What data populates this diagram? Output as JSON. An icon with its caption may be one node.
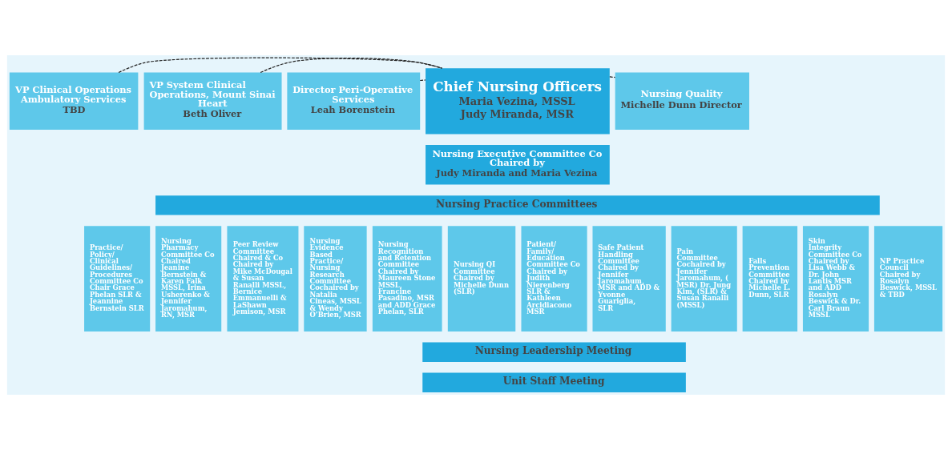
{
  "diagram": {
    "nodes": [
      {
        "text": [
          "VP Clinical Operations Ambulatory Services",
          "TBD"
        ]
      },
      {
        "text": [
          "VP System Clinical Operations, Mount Sinai Heart",
          "Beth Oliver"
        ]
      },
      {
        "text": [
          "Director Peri-Operative Services",
          "Leah Borenstein"
        ]
      },
      {
        "text": [
          "Chief Nursing Officers",
          "Maria Vezina, MSSL",
          "Judy Miranda, MSR"
        ]
      },
      {
        "text": [
          "Nursing Quality",
          "Michelle Dunn Director"
        ]
      },
      {
        "text": [
          "Nursing Executive Committee Co Chaired by",
          "Judy Miranda and Maria Vezina"
        ]
      },
      {
        "text": [
          "Nursing Practice Committees"
        ]
      },
      {
        "text": [
          "Practice/ Policy/ Clinical Guidelines/ Procedures Committee Co Chair Grace Phelan SLR & Jeannine Bernstein SLR"
        ]
      },
      {
        "text": [
          "Nursing Pharmacy Committee Co Chaired Jeanine Bernstein & Karen Falk MSSL, Irina Usherenko & Jennifer Jaromahum, RN, MSR"
        ]
      },
      {
        "text": [
          "Peer Review Committee Chaired & Co Chaired by Mike McDougal & Susan Ranalli MSSL, Bernice Emmanuelli & LaShawn Jemison, MSR"
        ]
      },
      {
        "text": [
          "Nursing Evidence Based Practice/ Nursing Research Committee Cochaired by Natalia Cineas, MSSL & Wendy O’Brien, MSR"
        ]
      },
      {
        "text": [
          "Nursing Recognition and Retention Committee Chaired by Maureen Stone MSSL, Francine Pasadino, MSR and ADD Grace Phelan, SLR"
        ]
      },
      {
        "text": [
          "Nursing QI Committee Chaired by Michelle Dunn (SLR)"
        ]
      },
      {
        "text": [
          "Patient/ Family/ Education Committee Co Chaired by Judith Nierenberg SLR & Kathleen Arcidiacono MSR"
        ]
      },
      {
        "text": [
          "Safe Patient Handling Committee Chaired by Jennifer Jaromahum, MSR and ADD & Yvonne Guariglia, SLR"
        ]
      },
      {
        "text": [
          "Pain Committee Cochaired by Jennifer Jaromahum, ( MSR) Dr. Jung Kim, (SLR) & Susan Ranalli (MSSL)"
        ]
      },
      {
        "text": [
          "Falls Prevention Committee Chaired by Michelle L. Dunn, SLR"
        ]
      },
      {
        "text": [
          "Skin Integrity Committee Co Chaired by Lisa Webb & Dr. John Lantis MSR and ADD Rosalyn Beswick & Dr. Carl Braun MSSL"
        ]
      },
      {
        "text": [
          "NP Practice Council Chaired by Rosalyn Beswick, MSSL & TBD"
        ]
      },
      {
        "text": [
          "Nursing Leadership Meeting"
        ]
      },
      {
        "text": [
          "Unit Staff Meeting"
        ]
      }
    ],
    "edges": [
      {
        "from": 0,
        "to": 3,
        "arrow": "none",
        "style": "dashed"
      },
      {
        "from": 1,
        "to": 3,
        "arrow": "none",
        "style": "dashed"
      },
      {
        "from": 2,
        "to": 3,
        "arrow": "none",
        "style": "dashed"
      },
      {
        "from": 3,
        "to": 4,
        "arrow": "none",
        "style": "dashed"
      }
    ]
  }
}
